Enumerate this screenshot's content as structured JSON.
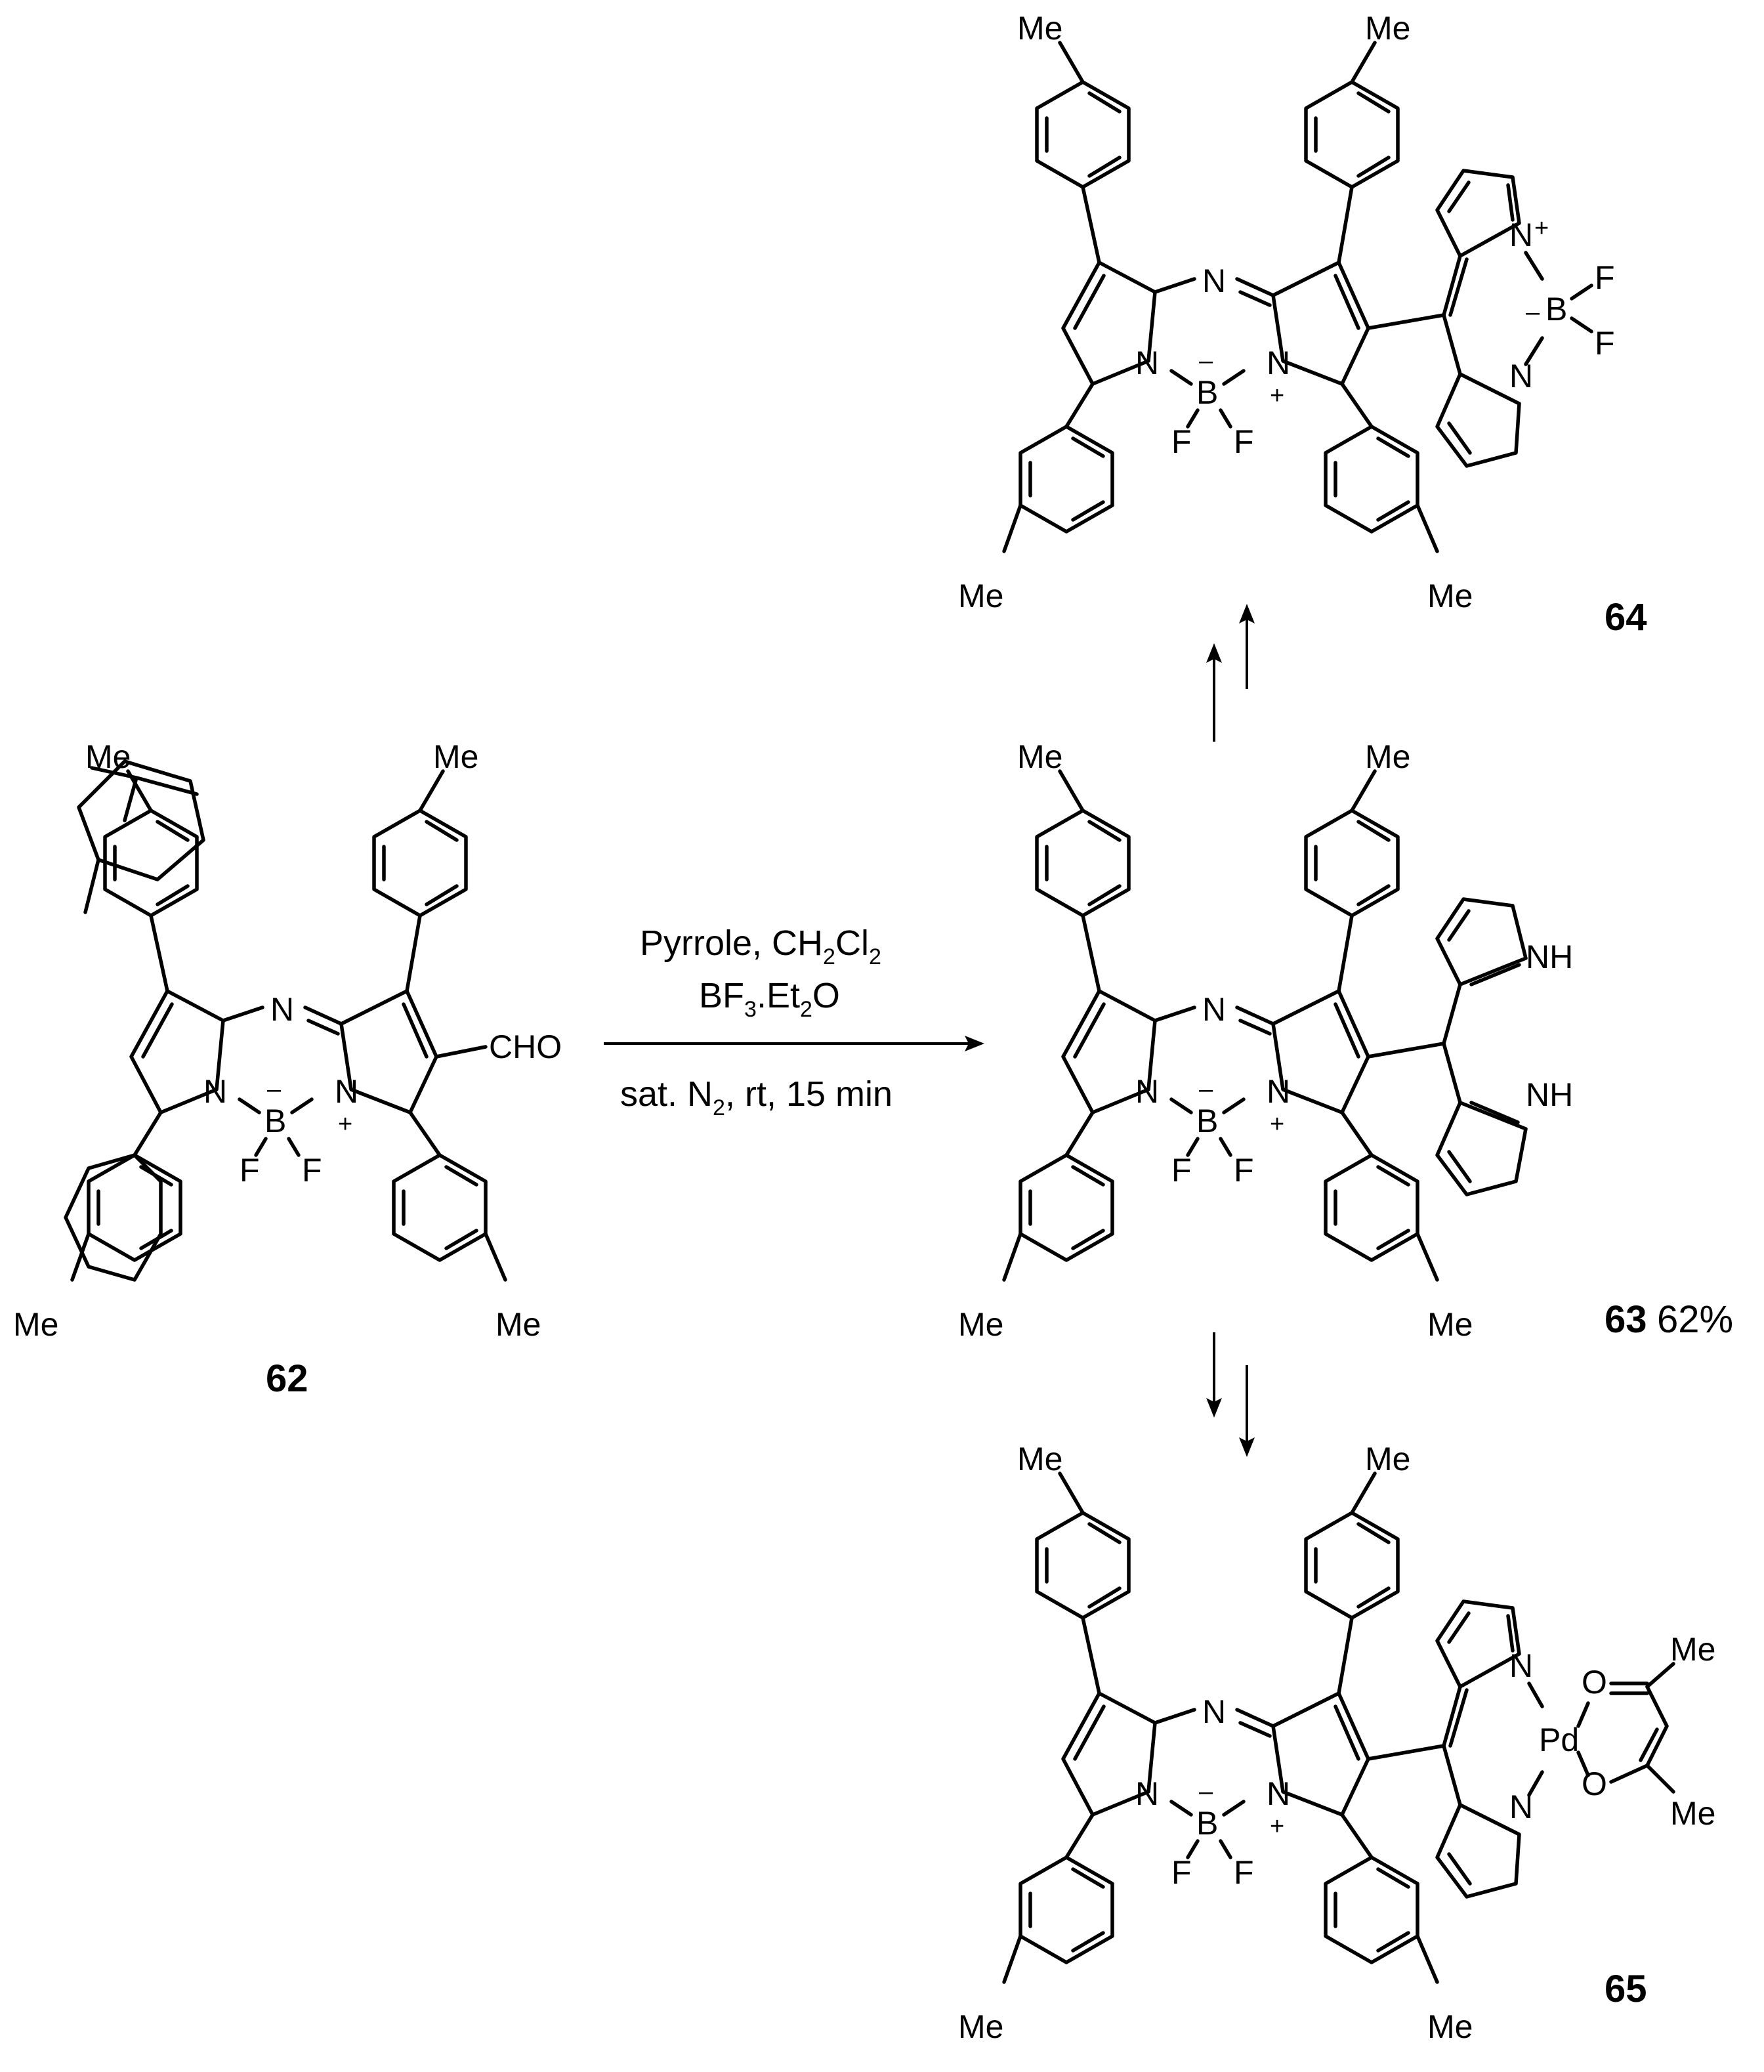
{
  "atoms": {
    "methyl": "Me",
    "nitrogen": "N",
    "boron": "B",
    "fluorine": "F",
    "minus": "–",
    "plus": "+",
    "aldehyde": "CHO",
    "nh": "NH",
    "oxygen": "O",
    "palladium": "Pd"
  },
  "conditions": {
    "line1_main": "Pyrrole, CH",
    "line1_sub1": "2",
    "line1_mid": "Cl",
    "line1_sub2": "2",
    "line2_a": "BF",
    "line2_sub1": "3",
    "line2_b": ".Et",
    "line2_sub2": "2",
    "line2_c": "O",
    "line3_a": "sat. N",
    "line3_sub": "2",
    "line3_b": ", rt, 15 min"
  },
  "compounds": {
    "c62": "62",
    "c63": "63",
    "c63_yield": "62%",
    "c64": "64",
    "c65": "65"
  }
}
